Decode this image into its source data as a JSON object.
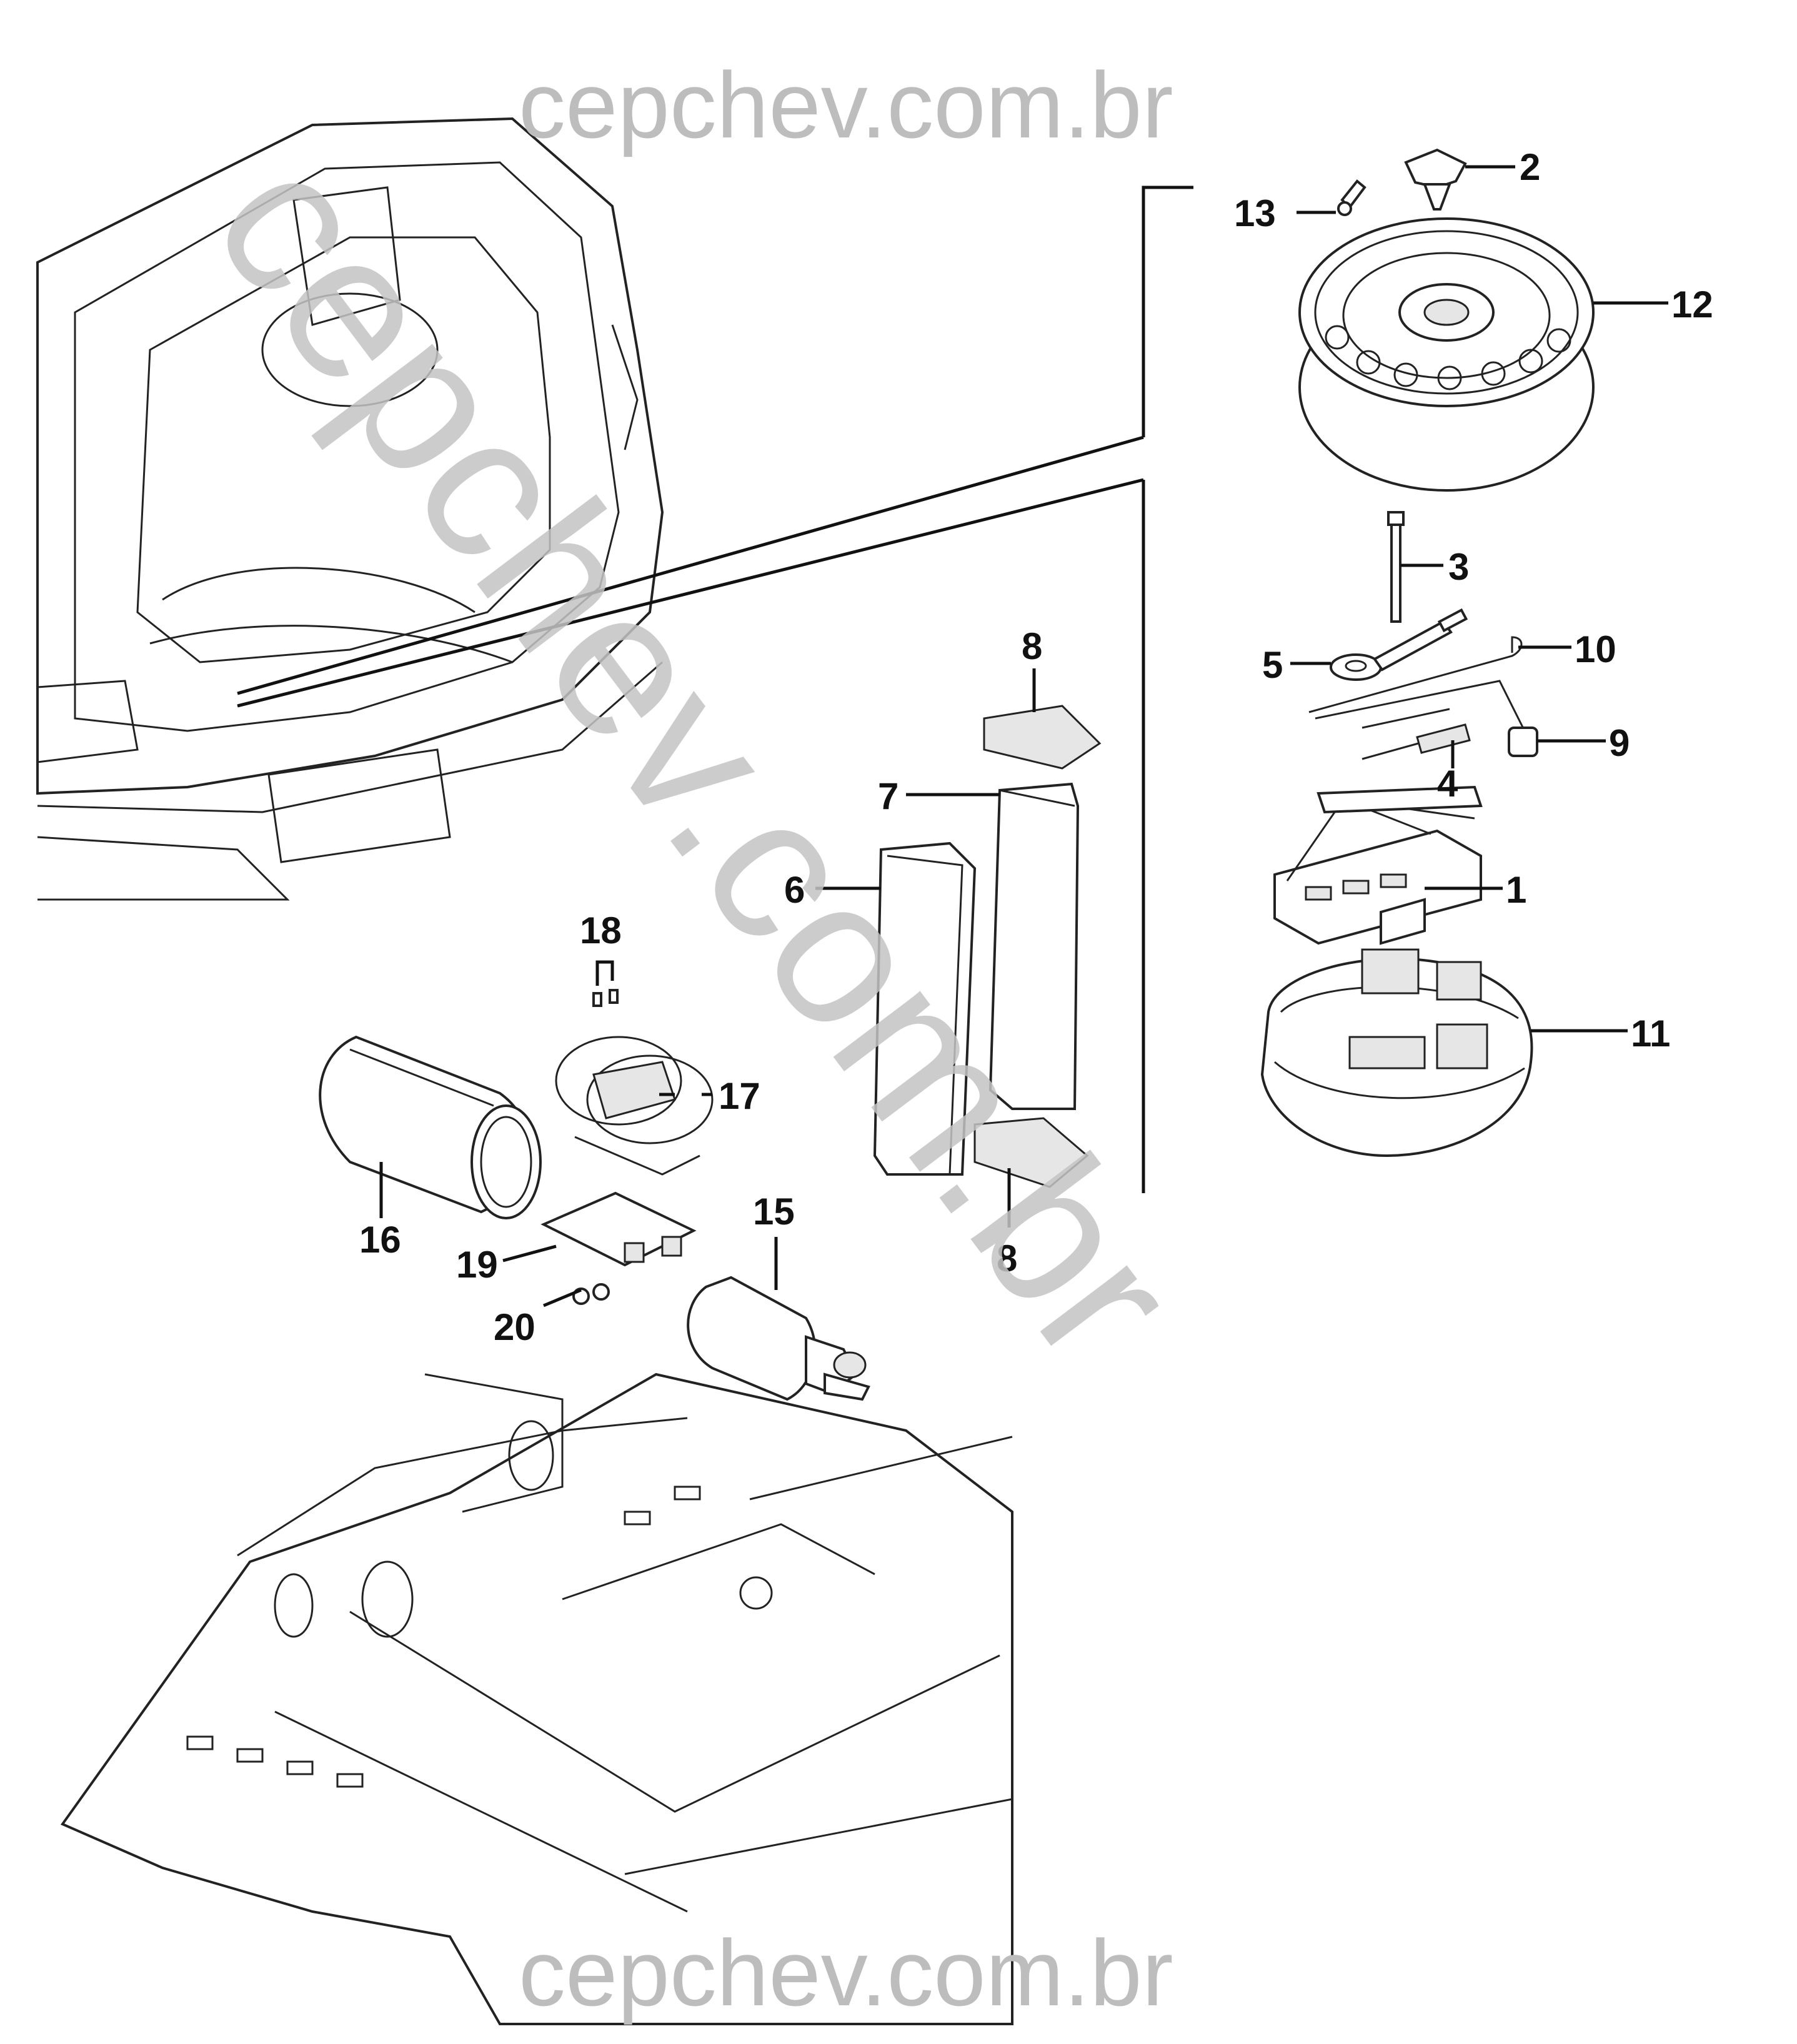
{
  "watermark": {
    "top": "cepchev.com.br",
    "bottom": "cepchev.com.br",
    "diagonal": "cepchev.com.br",
    "color": "#bdbdbd"
  },
  "callouts": [
    {
      "id": "1",
      "text": "1"
    },
    {
      "id": "2",
      "text": "2"
    },
    {
      "id": "3",
      "text": "3"
    },
    {
      "id": "4",
      "text": "4"
    },
    {
      "id": "5",
      "text": "5"
    },
    {
      "id": "6",
      "text": "6"
    },
    {
      "id": "7",
      "text": "7"
    },
    {
      "id": "8a",
      "text": "8"
    },
    {
      "id": "8b",
      "text": "8"
    },
    {
      "id": "9",
      "text": "9"
    },
    {
      "id": "10",
      "text": "10"
    },
    {
      "id": "11",
      "text": "11"
    },
    {
      "id": "12",
      "text": "12"
    },
    {
      "id": "13",
      "text": "13"
    },
    {
      "id": "15",
      "text": "15"
    },
    {
      "id": "16",
      "text": "16"
    },
    {
      "id": "17",
      "text": "17"
    },
    {
      "id": "18",
      "text": "18"
    },
    {
      "id": "19",
      "text": "19"
    },
    {
      "id": "20",
      "text": "20"
    }
  ]
}
